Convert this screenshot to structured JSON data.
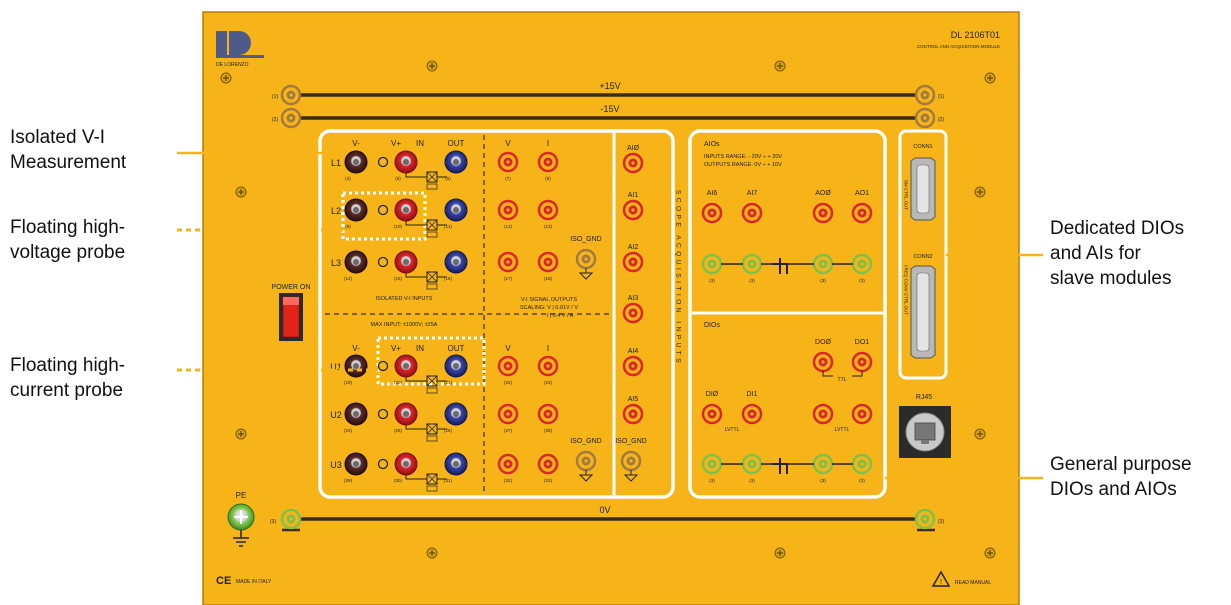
{
  "panel": {
    "model_code": "DL 2106T01",
    "model_subtitle": "CONTROL AND ACQUISITION MODULE",
    "brand_text": "DE LORENZO",
    "rail_top": "+15V",
    "rail_neg": "-15V",
    "rail_bottom": "0V",
    "power_label": "POWER ON",
    "pe_label": "PE",
    "made_in": "MADE IN ITALY",
    "read_manual": "READ MANUAL",
    "iso_gnd": "ISO_GND",
    "isolated_inputs_label": "ISOLATED V-I INPUTS",
    "max_input_label": "MAX INPUT: ±1000V; ±25A",
    "vi_outputs_label": "V-I SIGNAL OUTPUTS",
    "scaling_v": "SCALING: V | 0.01V / V",
    "scaling_i": "I | 0.4 V / A",
    "scope_label": "SCOPE ACQUISITION INPUTS",
    "aios_title": "AIOs",
    "inputs_range": "INPUTS RANGE:  - 20V  ÷  + 20V",
    "outputs_range": "OUTPUTS RANGE:   0V  ÷  + 10V",
    "dios_title": "DIOs",
    "ttl": "TTL",
    "lvttl": "LVTTL",
    "rj45": "RJ45",
    "conn1": "CONN1",
    "conn2": "CONN2",
    "conn1_side": "SM CTRL OUT",
    "conn2_side": "FREQ CONV CTRL OUT",
    "meas_headers": {
      "vneg": "V-",
      "vpos": "V+",
      "in": "IN",
      "out": "OUT",
      "v": "V",
      "i": "I"
    },
    "rows": [
      {
        "label": "L1",
        "n": [
          "(4)",
          "(5)",
          "(6)",
          "(7)",
          "(8)"
        ]
      },
      {
        "label": "L2",
        "n": [
          "(9)",
          "(10)",
          "(11)",
          "(12)",
          "(13)"
        ]
      },
      {
        "label": "L3",
        "n": [
          "(14)",
          "(15)",
          "(16)",
          "(17)",
          "(18)"
        ]
      },
      {
        "label": "U1",
        "n": [
          "(19)",
          "(20)",
          "(21)",
          "(22)",
          "(23)"
        ]
      },
      {
        "label": "U2",
        "n": [
          "(24)",
          "(25)",
          "(26)",
          "(27)",
          "(28)"
        ]
      },
      {
        "label": "U3",
        "n": [
          "(29)",
          "(30)",
          "(31)",
          "(32)",
          "(33)"
        ]
      }
    ],
    "scope_inputs": [
      "AIØ",
      "AI1",
      "AI2",
      "AI3",
      "AI4",
      "AI5"
    ],
    "aio_labels": [
      "AI6",
      "AI7",
      "AOØ",
      "AO1"
    ],
    "dio_top_labels": [
      "DOØ",
      "DO1"
    ],
    "dio_bottom_labels": [
      "DIØ",
      "DI1"
    ],
    "terminal_number": "(3)",
    "rail_number": "(1)",
    "rail_number2": "(2)"
  },
  "callouts": {
    "isolated_vi": [
      "Isolated V-I",
      "Measurement"
    ],
    "floating_hv": [
      "Floating high-",
      "voltage probe"
    ],
    "floating_hc": [
      "Floating high-",
      "current probe"
    ],
    "dedicated": [
      "Dedicated DIOs",
      "and AIs for",
      "slave modules"
    ],
    "general": [
      "General purpose",
      "DIOs and AIOs"
    ]
  },
  "colors": {
    "panel": "#F7B418",
    "panel_edge": "#B67F00",
    "rail": "#3A2A10",
    "red_jack": "#D9252B",
    "blue_jack": "#2A3590",
    "brown_jack": "#4A2222",
    "green_jack": "#7CC24A",
    "white_box": "#FFFFFF"
  }
}
